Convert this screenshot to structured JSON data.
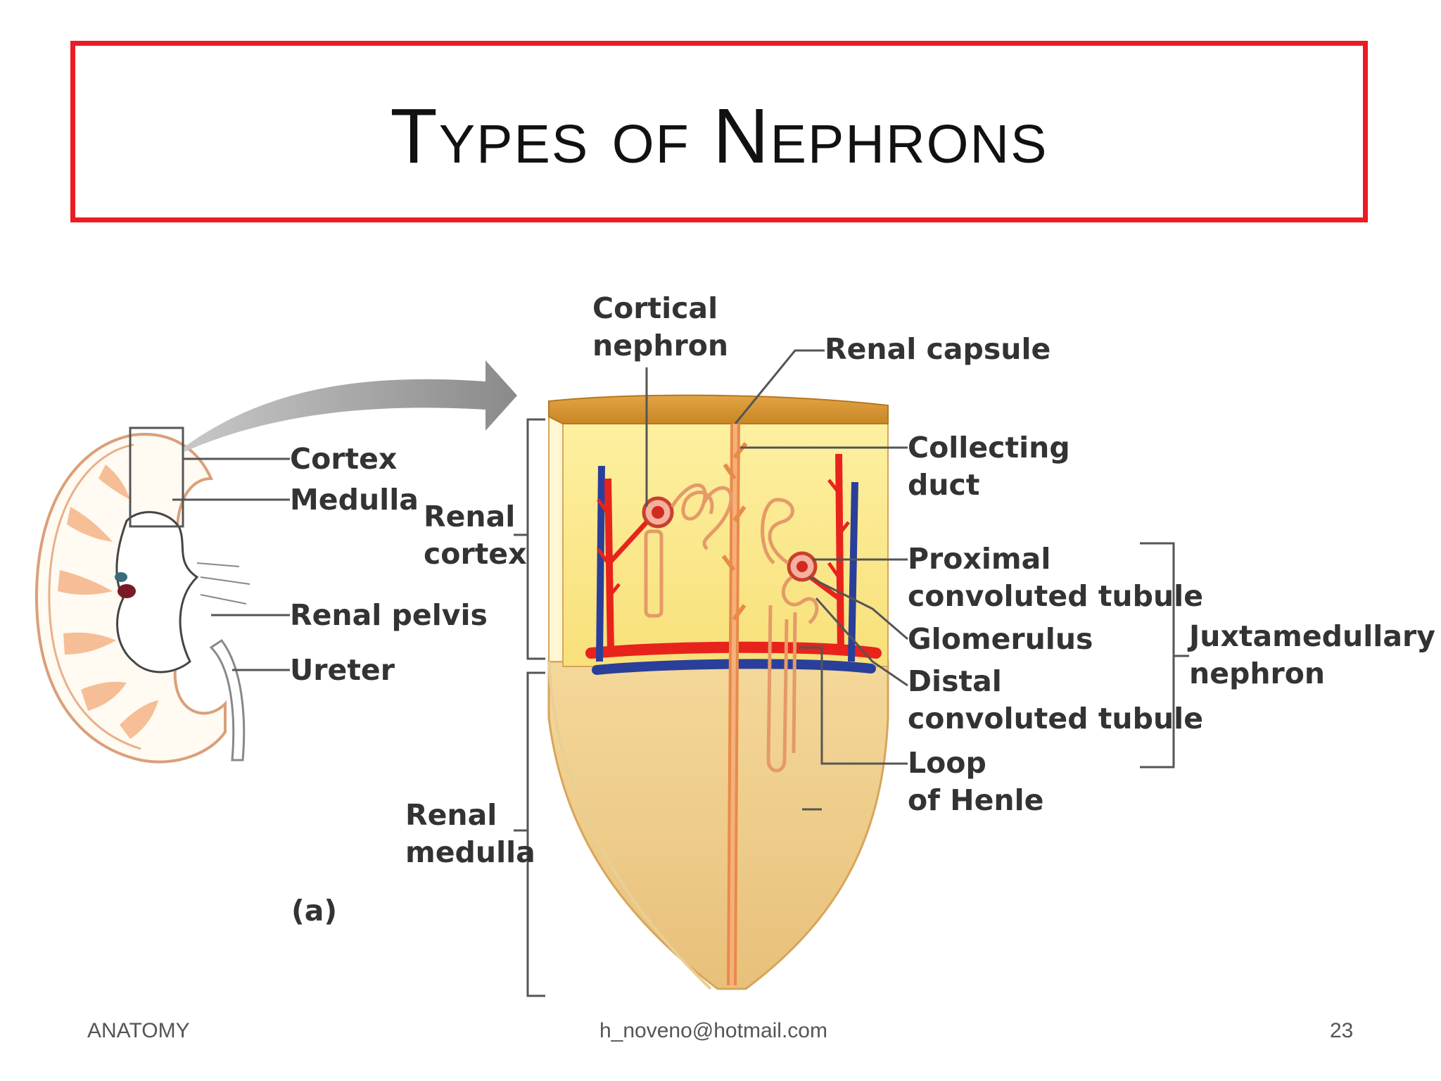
{
  "title": "Types of Nephrons",
  "labels": {
    "cortex": "Cortex",
    "medulla": "Medulla",
    "renal_pelvis": "Renal pelvis",
    "ureter": "Ureter",
    "renal_cortex": [
      "Renal",
      "cortex"
    ],
    "renal_medulla": [
      "Renal",
      "medulla"
    ],
    "cortical_nephron": [
      "Cortical",
      "nephron"
    ],
    "renal_capsule": "Renal capsule",
    "collecting_duct": [
      "Collecting",
      "duct"
    ],
    "proximal_tubule": [
      "Proximal",
      "convoluted tubule"
    ],
    "glomerulus": "Glomerulus",
    "distal_tubule": [
      "Distal",
      "convoluted tubule"
    ],
    "loop_of_henle": [
      "Loop",
      "of Henle"
    ],
    "juxtamedullary": [
      "Juxtamedullary",
      "nephron"
    ],
    "panel": "(a)"
  },
  "footer": {
    "left": "ANATOMY",
    "center": "h_noveno@hotmail.com",
    "right": "23"
  },
  "colors": {
    "title_border": "#ea1c24",
    "artery": "#e8231c",
    "vein": "#2a3f9a",
    "cortex_fill": "#fbe88a",
    "medulla_fill": "#f2d192",
    "capsule": "#d99a35"
  }
}
